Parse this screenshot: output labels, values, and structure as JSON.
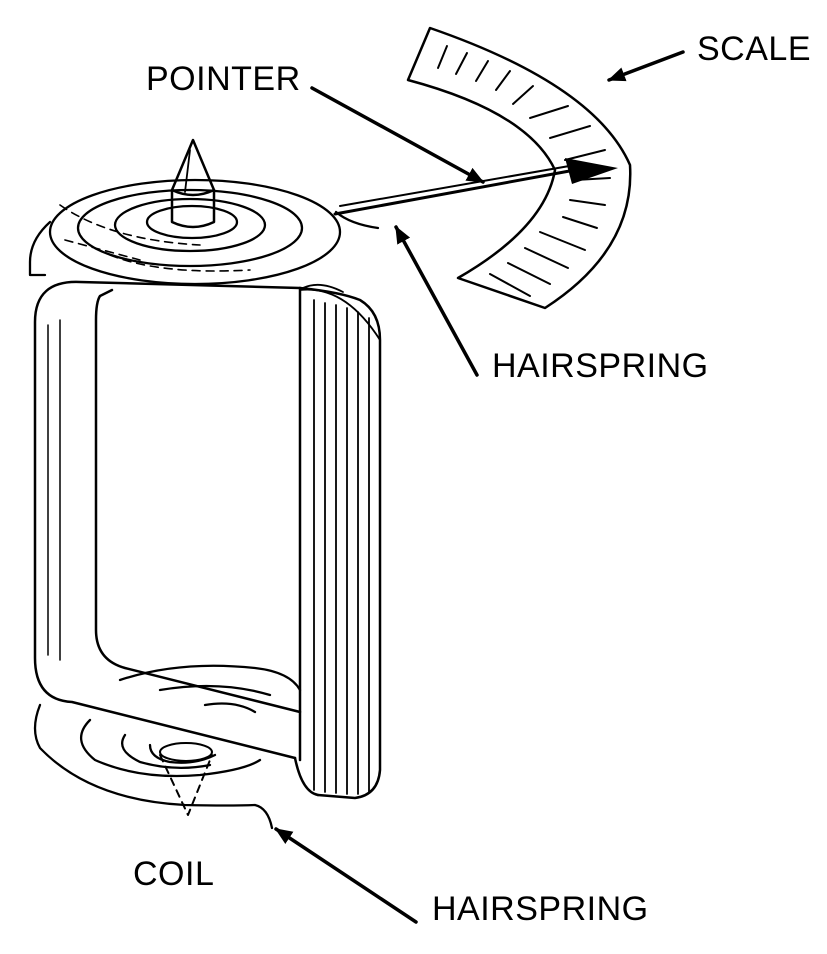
{
  "labels": {
    "pointer": "POINTER",
    "scale": "SCALE",
    "hairspring_top": "HAIRSPRING",
    "coil": "COIL",
    "hairspring_bottom": "HAIRSPRING"
  }
}
